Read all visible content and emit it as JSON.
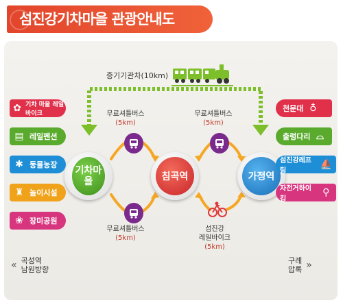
{
  "header": {
    "title": "섬진강기차마을 관광안내도"
  },
  "train": {
    "label": "증기기관차(10km)"
  },
  "stations": {
    "left": "기차마을",
    "middle": "침곡역",
    "right": "가정역"
  },
  "routes": {
    "bus_top_left": {
      "name": "무료셔틀버스",
      "dist": "(5km)"
    },
    "bus_top_right": {
      "name": "무료셔틀버스",
      "dist": "(5km)"
    },
    "bus_bottom_left": {
      "name": "무료셔틀버스",
      "dist": "(5km)"
    },
    "bike": {
      "name_line1": "섬진강",
      "name_line2": "레일바이크",
      "dist": "(5km)"
    }
  },
  "left_items": [
    {
      "label": "기차 마을 레일바이크",
      "icon": "rail-bike-icon",
      "color": "#e0304a"
    },
    {
      "label": "레일펜션",
      "icon": "train-car-icon",
      "color": "#5aaa2e"
    },
    {
      "label": "동물농장",
      "icon": "animal-icon",
      "color": "#1e8fd6"
    },
    {
      "label": "놀이시설",
      "icon": "ride-icon",
      "color": "#f0a21a"
    },
    {
      "label": "장미공원",
      "icon": "rose-icon",
      "color": "#d8357f"
    }
  ],
  "right_items": [
    {
      "label": "천문대",
      "icon": "planet-icon",
      "color": "#e0304a"
    },
    {
      "label": "출렁다리",
      "icon": "bridge-icon",
      "color": "#5aaa2e"
    },
    {
      "label": "섬진강레프팅",
      "icon": "boat-icon",
      "color": "#1e8fd6"
    },
    {
      "label": "자전거하이킹",
      "icon": "bicycle-icon",
      "color": "#d8357f"
    }
  ],
  "directions": {
    "left_line1": "곡성역",
    "left_line2": "남원방향",
    "right_line1": "구례",
    "right_line2": "압록"
  },
  "colors": {
    "title_bg": "#e2452b",
    "train_green": "#7cbf2a",
    "bus_purple": "#7a2a8c",
    "arrow_orange": "#f5a623",
    "station_left": "#5aaa2e",
    "station_middle": "#e03a3a",
    "station_right": "#1e8fd6"
  }
}
